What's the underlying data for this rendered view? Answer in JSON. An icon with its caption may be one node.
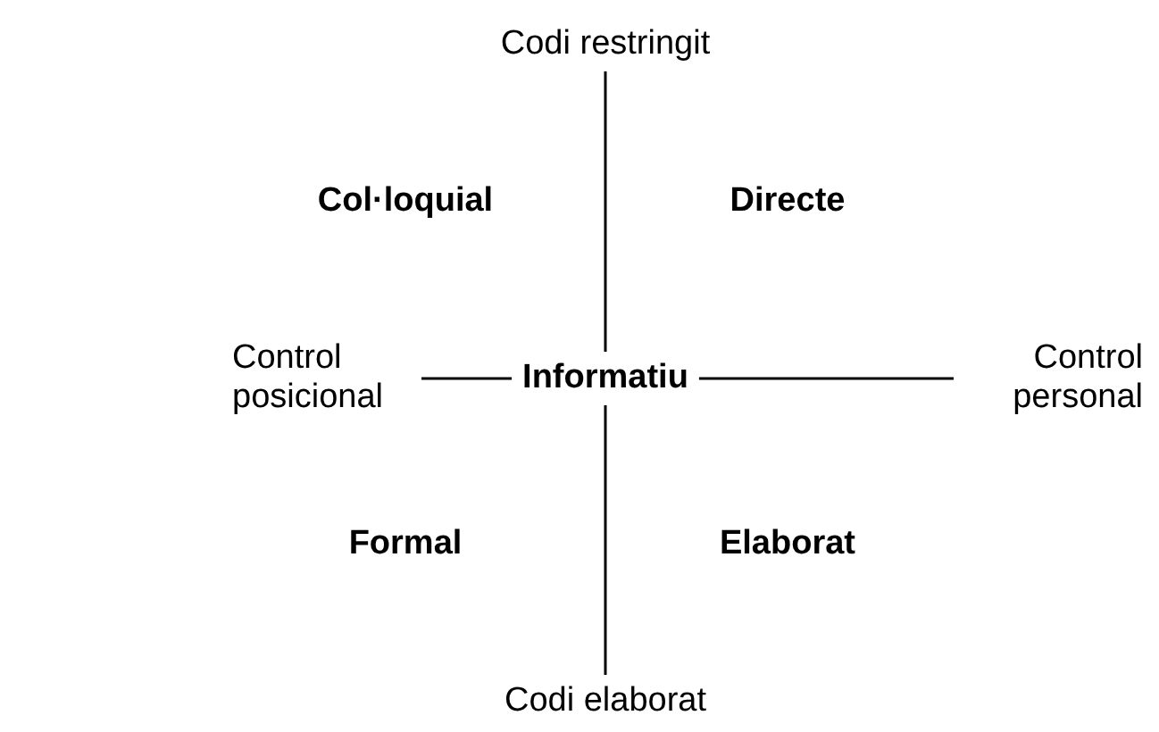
{
  "diagram": {
    "nodes": [
      {
        "text": [
          "Codi restringit"
        ]
      },
      {
        "text": [
          "Control posicional"
        ]
      },
      {
        "text": [
          "Informatiu"
        ]
      },
      {
        "text": [
          "Control personal"
        ]
      },
      {
        "text": [
          "Codi elaborat"
        ]
      }
    ],
    "edges": [
      {
        "from": 0,
        "to": 2,
        "arrow": "none"
      },
      {
        "from": 1,
        "to": 2,
        "arrow": "none"
      },
      {
        "from": 2,
        "to": 3,
        "arrow": "none"
      },
      {
        "from": 2,
        "to": 4,
        "arrow": "none"
      }
    ],
    "labels": [
      "Col·loquial",
      "Directe",
      "Formal",
      "Elaborat"
    ]
  }
}
